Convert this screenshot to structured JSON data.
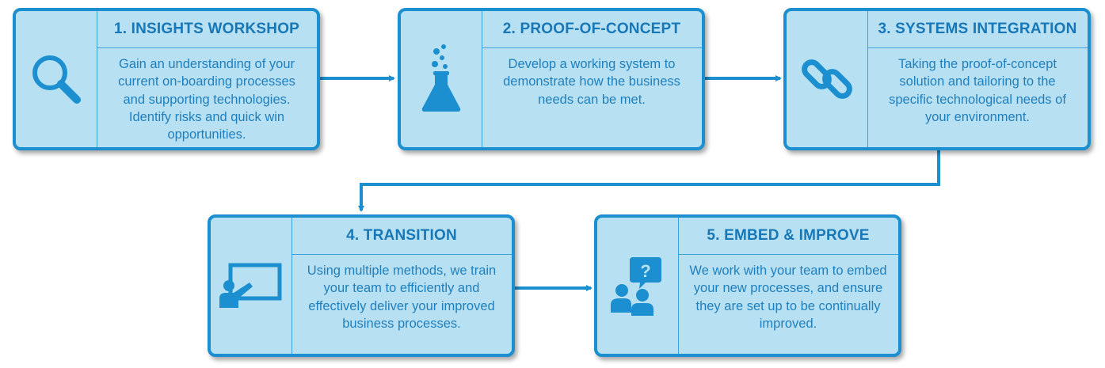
{
  "steps": [
    {
      "title": "1. INSIGHTS WORKSHOP",
      "icon": "magnifier-icon",
      "description": "Gain an understanding of your current on-boarding processes and supporting technologies. Identify risks and quick win opportunities."
    },
    {
      "title": "2. PROOF-OF-CONCEPT",
      "icon": "flask-icon",
      "description": "Develop a working system to demonstrate how the business needs can be met."
    },
    {
      "title": "3. SYSTEMS INTEGRATION",
      "icon": "chain-link-icon",
      "description": "Taking the proof-of-concept solution and tailoring to the specific technological needs of your environment."
    },
    {
      "title": "4. TRANSITION",
      "icon": "presenter-board-icon",
      "description": "Using multiple methods, we train your team to efficiently and effectively deliver your improved business processes."
    },
    {
      "title": "5. EMBED & IMPROVE",
      "icon": "team-question-icon",
      "description": "We work with your team to embed your new processes, and ensure they are set up to be continually improved."
    }
  ],
  "colors": {
    "card_fill": "#b7e1f2",
    "accent": "#1b8fcf",
    "title_text": "#1877b7"
  }
}
